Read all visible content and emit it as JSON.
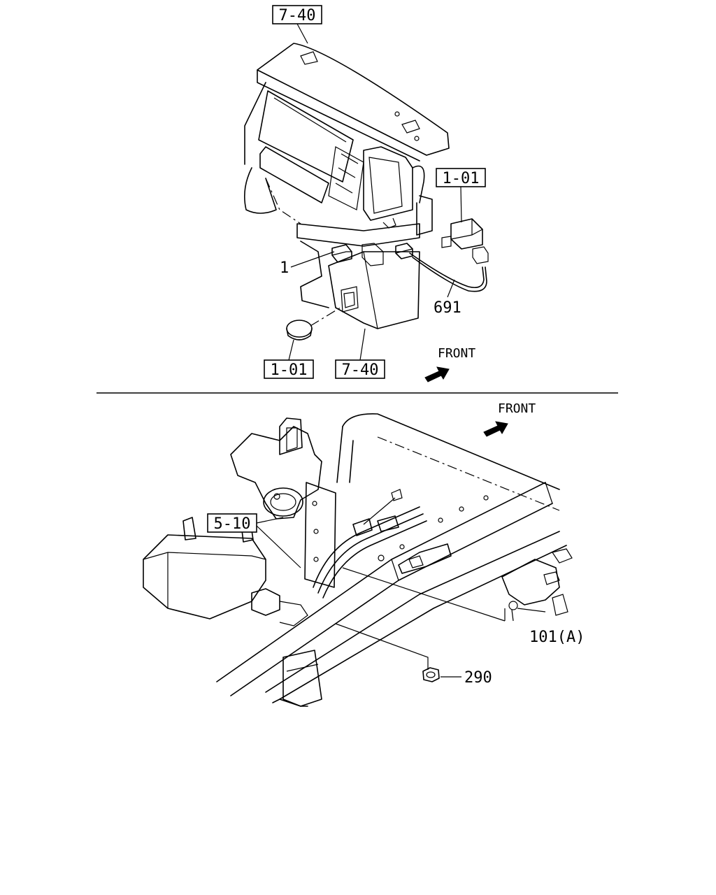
{
  "top_diagram": {
    "refs": [
      "7-40",
      "1-01",
      "1-01",
      "7-40"
    ],
    "parts": [
      "1",
      "691"
    ],
    "direction_label": "FRONT"
  },
  "bottom_diagram": {
    "refs": [
      "5-10"
    ],
    "parts": [
      "101(A)",
      "290"
    ],
    "direction_label": "FRONT"
  }
}
